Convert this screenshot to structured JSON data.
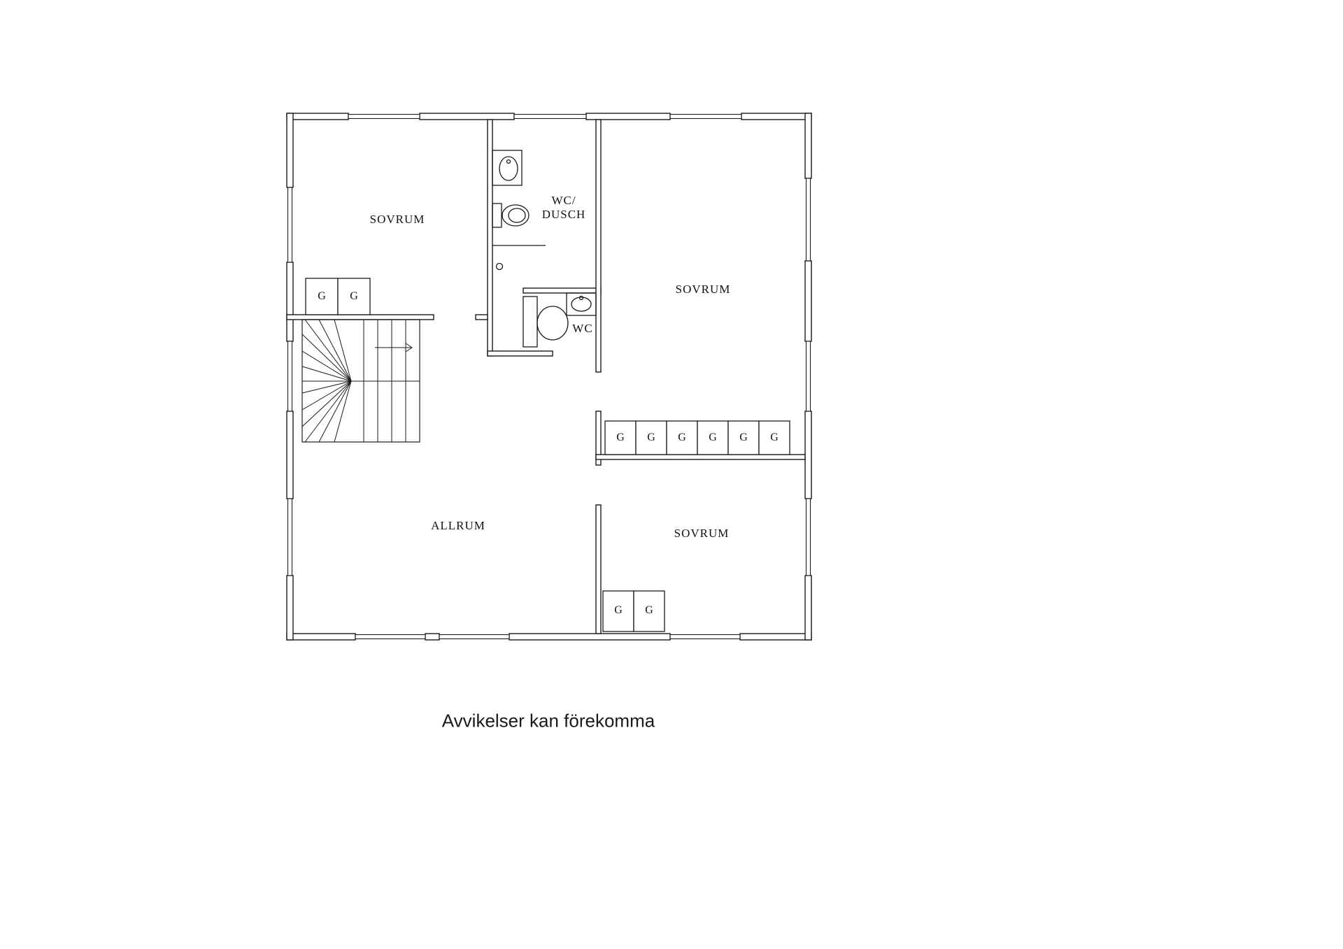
{
  "colors": {
    "background": "#ffffff",
    "line": "#1a1a1a"
  },
  "labels": {
    "bedroom_top_left": "SOVRUM",
    "bathroom_top": {
      "line1": "WC/",
      "line2": "DUSCH"
    },
    "bedroom_top_right": "SOVRUM",
    "toilet": "WC",
    "living_room": "ALLRUM",
    "bedroom_bottom_right": "SOVRUM",
    "wardrobe": "G"
  },
  "caption": "Avvikelser kan förekomma"
}
